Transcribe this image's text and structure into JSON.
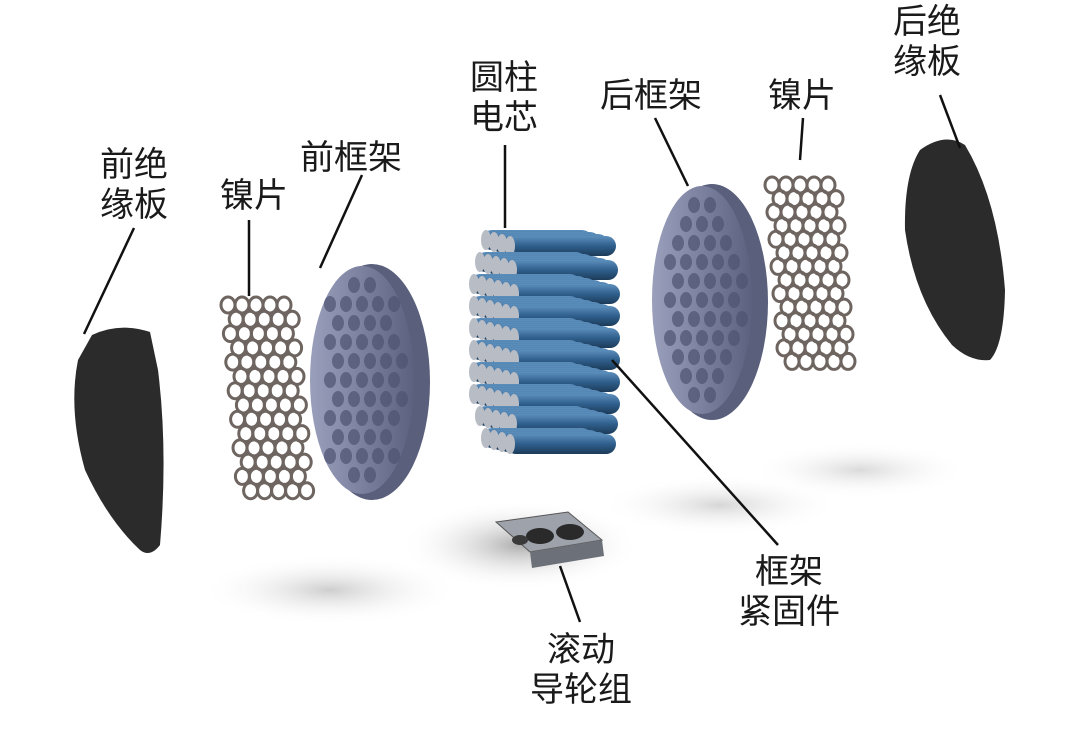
{
  "labels": {
    "front_insulation": [
      "前绝",
      "缘板"
    ],
    "front_nickel": [
      "镍片"
    ],
    "front_frame": [
      "前框架"
    ],
    "cells": [
      "圆柱",
      "电芯"
    ],
    "rear_frame": [
      "后框架"
    ],
    "rear_nickel": [
      "镍片"
    ],
    "rear_insulation": [
      "后绝",
      "缘板"
    ],
    "fastener": [
      "框架",
      "紧固件"
    ],
    "roller": [
      "滚动",
      "导轮组"
    ]
  },
  "colors": {
    "insulation": "#2b2b2b",
    "frame": "#7d82a0",
    "frame_hole": "#4d5270",
    "nickel": "#6e6560",
    "cell": "#2f5f8c",
    "cell_cap": "#b8bcc4",
    "leader": "#111111"
  }
}
